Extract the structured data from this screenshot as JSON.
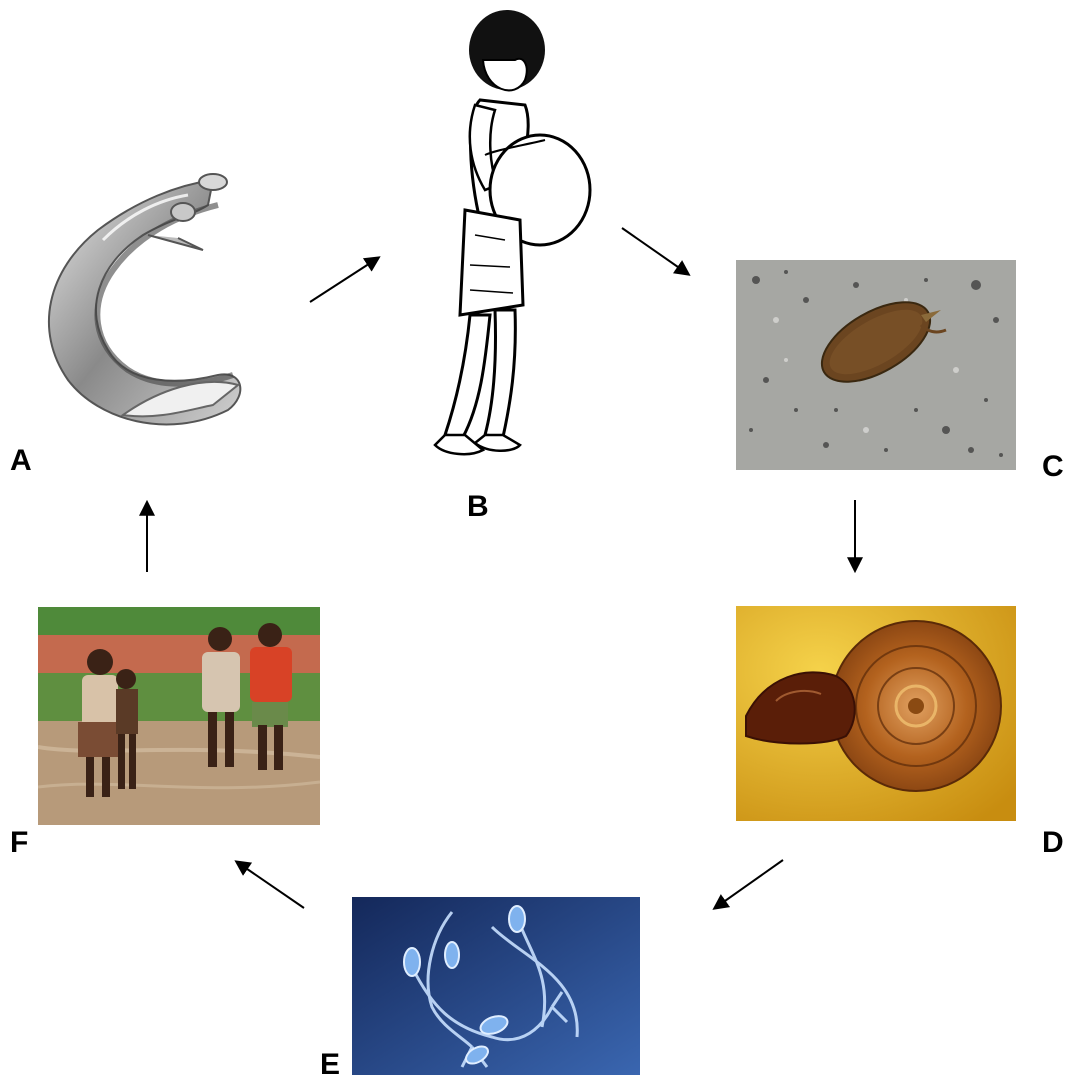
{
  "diagram": {
    "type": "cycle",
    "stages": [
      {
        "label": "A",
        "image": "paired-adult-worms"
      },
      {
        "label": "B",
        "image": "child-with-swollen-abdomen"
      },
      {
        "label": "C",
        "image": "egg-micrograph"
      },
      {
        "label": "D",
        "image": "snail-shell"
      },
      {
        "label": "E",
        "image": "cercariae-micrograph"
      },
      {
        "label": "F",
        "image": "children-wading-in-water"
      }
    ],
    "arrow_order": [
      "A",
      "B",
      "C",
      "D",
      "E",
      "F",
      "A"
    ]
  }
}
